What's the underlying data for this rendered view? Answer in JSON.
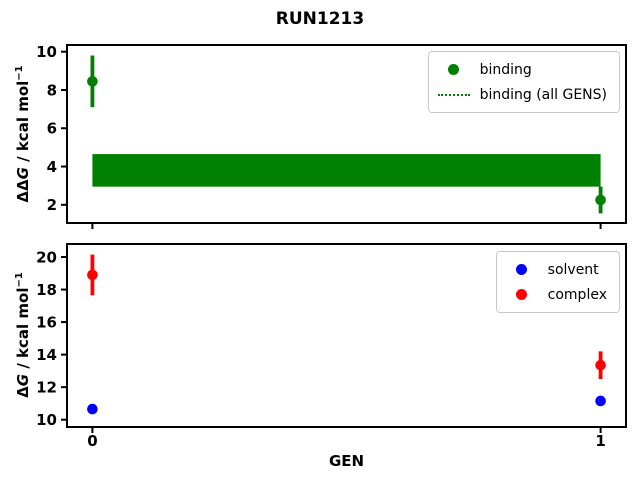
{
  "title": "RUN1213",
  "colors": {
    "binding": "#008000",
    "solvent": "#0000ff",
    "complex": "#ff0000",
    "axes": "#000000",
    "legend_edge": "#c9c9c9",
    "background": "#ffffff"
  },
  "chart_data": [
    {
      "type": "scatter",
      "title": "",
      "xlabel": "",
      "ylabel": "ΔΔG / kcal mol⁻¹",
      "ylabel_parts": {
        "pre": "ΔΔ",
        "sym": "G",
        "unit": " / kcal mol",
        "sup": "−1"
      },
      "xlim": [
        -0.05,
        1.05
      ],
      "ylim": [
        1.05,
        10.35
      ],
      "xticks": [
        0,
        1
      ],
      "xticklabels": [
        "",
        ""
      ],
      "yticks": [
        2,
        4,
        6,
        8,
        10
      ],
      "grid": false,
      "legend_position": "upper right",
      "series": [
        {
          "name": "binding",
          "color": "#008000",
          "marker": "circle",
          "x": [
            0,
            1
          ],
          "y": [
            8.45,
            2.25
          ],
          "yerr": [
            1.35,
            0.7
          ]
        }
      ],
      "band": {
        "name": "binding (all GENS)",
        "color": "#008000",
        "legend_marker": "dotted-line",
        "x": [
          0,
          1
        ],
        "lo": 2.95,
        "hi": 4.65
      }
    },
    {
      "type": "scatter",
      "title": "",
      "xlabel": "GEN",
      "ylabel": "ΔG / kcal mol⁻¹",
      "ylabel_parts": {
        "pre": "Δ",
        "sym": "G",
        "unit": " / kcal mol",
        "sup": "−1"
      },
      "xlim": [
        -0.05,
        1.05
      ],
      "ylim": [
        9.55,
        20.8
      ],
      "xticks": [
        0,
        1
      ],
      "xticklabels": [
        "0",
        "1"
      ],
      "yticks": [
        10,
        12,
        14,
        16,
        18,
        20
      ],
      "grid": false,
      "legend_position": "upper right",
      "series": [
        {
          "name": "solvent",
          "color": "#0000ff",
          "marker": "circle",
          "x": [
            0,
            1
          ],
          "y": [
            10.65,
            11.15
          ],
          "yerr": [
            0,
            0
          ]
        },
        {
          "name": "complex",
          "color": "#ff0000",
          "marker": "circle",
          "x": [
            0,
            1
          ],
          "y": [
            18.9,
            13.35
          ],
          "yerr": [
            1.25,
            0.85
          ]
        }
      ]
    }
  ]
}
